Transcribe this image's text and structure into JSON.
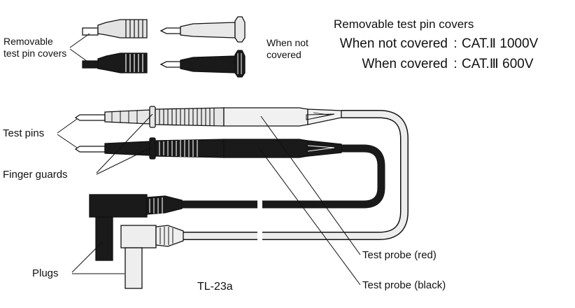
{
  "figure": {
    "cover_label": [
      "Removable",
      "test pin covers"
    ],
    "uncovered_label": [
      "When not",
      "covered"
    ],
    "rating_title": "Removable test pin covers",
    "rating_uncovered_label": "When not covered",
    "rating_uncovered_value": "CAT.Ⅱ 1000V",
    "rating_covered_label": "When covered",
    "rating_covered_value": "CAT.Ⅲ 600V",
    "rating_separator": ":",
    "label_test_pins": "Test pins",
    "label_finger_guards": "Finger guards",
    "label_plugs": "Plugs",
    "label_probe_red": "Test probe (red)",
    "label_probe_black": "Test probe (black)",
    "model": "TL-23a"
  }
}
